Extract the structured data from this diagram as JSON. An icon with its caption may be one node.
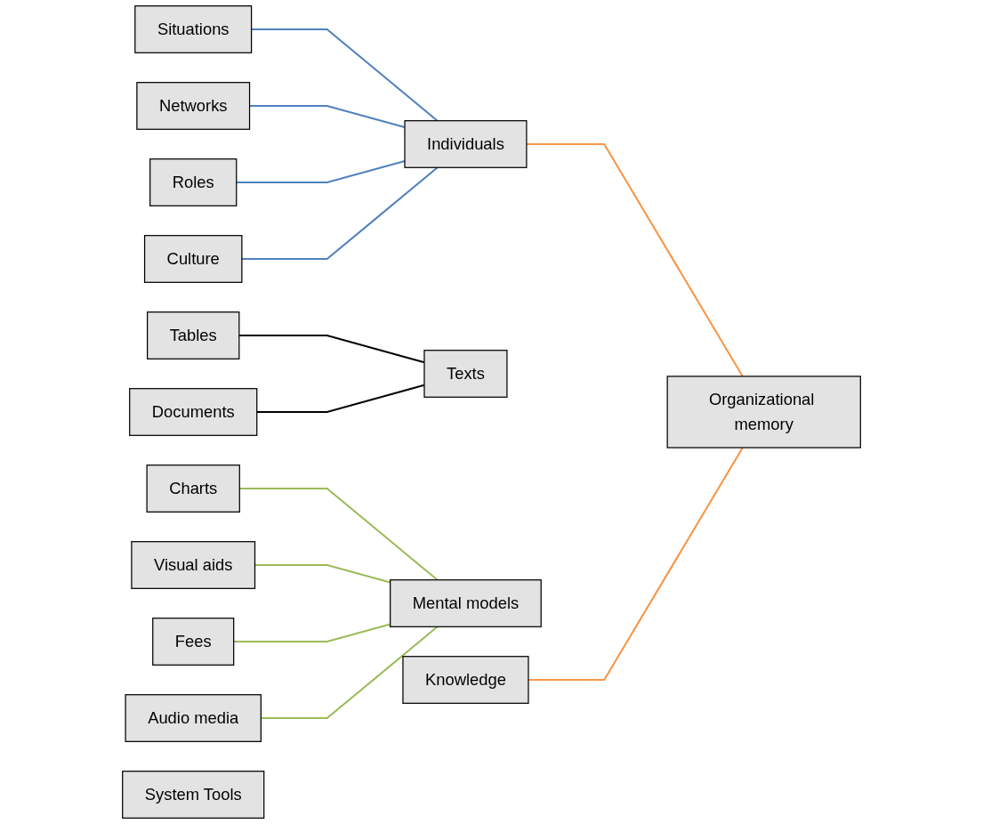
{
  "diagram": {
    "nodes": [
      {
        "text": [
          "Situations"
        ]
      },
      {
        "text": [
          "Roles"
        ]
      },
      {
        "text": [
          "Individuals"
        ]
      },
      {
        "text": [
          "Networks"
        ]
      },
      {
        "text": [
          "Culture"
        ]
      },
      {
        "text": [
          "Tables"
        ]
      },
      {
        "text": [
          "Texts"
        ]
      },
      {
        "text": [
          "Documents"
        ]
      },
      {
        "text": [
          "Organizational memory"
        ]
      },
      {
        "text": [
          "Charts"
        ]
      },
      {
        "text": [
          "Fees"
        ]
      },
      {
        "text": [
          "Mental models"
        ]
      },
      {
        "text": [
          "Visual aids"
        ]
      },
      {
        "text": [
          "Audio media"
        ]
      },
      {
        "text": [
          "System Tools"
        ]
      },
      {
        "text": [
          "Knowledge"
        ]
      }
    ],
    "edges": [
      {
        "from": 0,
        "to": 2,
        "arrow": "none",
        "color": "#4f81bd"
      },
      {
        "from": 3,
        "to": 2,
        "arrow": "none",
        "color": "#4f81bd"
      },
      {
        "from": 1,
        "to": 2,
        "arrow": "none",
        "color": "#4f81bd"
      },
      {
        "from": 4,
        "to": 2,
        "arrow": "none",
        "color": "#4f81bd"
      },
      {
        "from": 5,
        "to": 6,
        "arrow": "none",
        "color": "#000000"
      },
      {
        "from": 7,
        "to": 6,
        "arrow": "none",
        "color": "#000000"
      },
      {
        "from": 9,
        "to": 11,
        "arrow": "none",
        "color": "#9bbb59"
      },
      {
        "from": 12,
        "to": 11,
        "arrow": "none",
        "color": "#9bbb59"
      },
      {
        "from": 10,
        "to": 11,
        "arrow": "none",
        "color": "#9bbb59"
      },
      {
        "from": 13,
        "to": 11,
        "arrow": "none",
        "color": "#9bbb59"
      },
      {
        "from": 2,
        "to": 8,
        "arrow": "none",
        "color": "#f79646"
      },
      {
        "from": 15,
        "to": 8,
        "arrow": "none",
        "color": "#f79646"
      }
    ]
  }
}
